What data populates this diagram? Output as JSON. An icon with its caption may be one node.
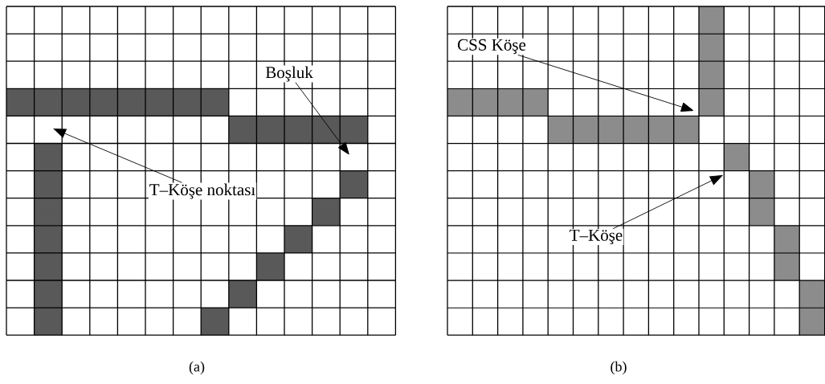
{
  "diagram": {
    "nodes": [
      {
        "text": [
          "Boşluk"
        ]
      },
      {
        "text": [
          "T–Köşe noktası"
        ]
      },
      {
        "text": [
          "CSS Köşe"
        ]
      },
      {
        "text": [
          "T–Köşe"
        ]
      }
    ],
    "edges": [
      {
        "from": 0,
        "to": null,
        "arrow": "to"
      },
      {
        "from": 1,
        "to": null,
        "arrow": "to"
      },
      {
        "from": 2,
        "to": null,
        "arrow": "to"
      },
      {
        "from": 3,
        "to": null,
        "arrow": "to"
      }
    ],
    "labels": [
      "(a)",
      "(b)"
    ]
  }
}
